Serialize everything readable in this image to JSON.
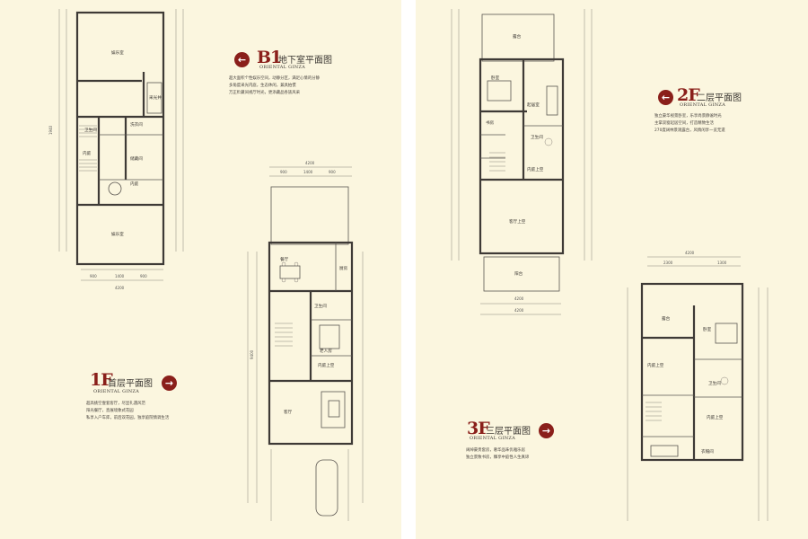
{
  "project": "ORIENTAL GINZA",
  "left_page": {
    "b1": {
      "code": "B1",
      "title": "地下室平面图",
      "subtitle": "ORIENTAL GINZA",
      "desc_lines": [
        "超大面积个性娱乐空间，动静分区，满足心情的分静",
        "多角度采光内庭，生态休闲，兼具拍惯",
        "万正贮藏间视厅时光，更添藏品各族风采"
      ],
      "rooms": {
        "r1": "娱乐室",
        "r2": "卫生间",
        "r3": "洗衣间",
        "r4": "储藏间",
        "r5": "内庭",
        "r6": "娱乐室",
        "r7": "内庭",
        "r8": "采光井"
      },
      "dims_bottom": [
        "900",
        "1400",
        "900"
      ],
      "dim_total": "4200",
      "dim_side": "1940"
    },
    "f1": {
      "code": "1F",
      "title": "首层平面图",
      "subtitle": "ORIENTAL GINZA",
      "desc_lines": [
        "超高挑空壹套客厅，尽显礼遇风范",
        "阳光餐厅，直展境象式花园",
        "私享入户车库，前后双花园，独享庭院情调生活"
      ],
      "rooms": {
        "r1": "餐厅",
        "r2": "厨房",
        "r3": "老人房",
        "r4": "内庭上空",
        "r5": "客厅",
        "r6": "卫生间"
      },
      "dims_top": [
        "900",
        "1400",
        "900"
      ],
      "dim_total": "4200",
      "dim_side": "9400"
    }
  },
  "right_page": {
    "f2": {
      "code": "2F",
      "title": "二层平面图",
      "subtitle": "ORIENTAL GINZA",
      "desc_lines": [
        "独立豪华视景卧室，乐享尚景静谧时光",
        "主掌双窗起居空间，打造精致生活",
        "270度阔林景观露台，风情闲享一览无遗"
      ],
      "rooms": {
        "r1": "露台",
        "r2": "卧室",
        "r3": "起居室",
        "r4": "内庭上空",
        "r5": "卫生间",
        "r6": "客厅上空",
        "r7": "阳台",
        "r8": "书房"
      },
      "dims": [
        "4200",
        "4200"
      ]
    },
    "f3": {
      "code": "3F",
      "title": "三层平面图",
      "subtitle": "ORIENTAL GINZA",
      "desc_lines": [
        "阔绰豪贵套房，奢华品味优雅乐居",
        "独立景致书房，臻享中庭性人生真谛"
      ],
      "rooms": {
        "r1": "露台",
        "r2": "卧室",
        "r3": "内庭上空",
        "r4": "卫生间",
        "r5": "内庭上空",
        "r6": "衣帽间"
      },
      "dims_top": [
        "4200",
        "2300",
        "1300"
      ]
    }
  },
  "colors": {
    "paper": "#fbf6df",
    "accent": "#8a1f1a",
    "ink": "#3e3a36"
  }
}
